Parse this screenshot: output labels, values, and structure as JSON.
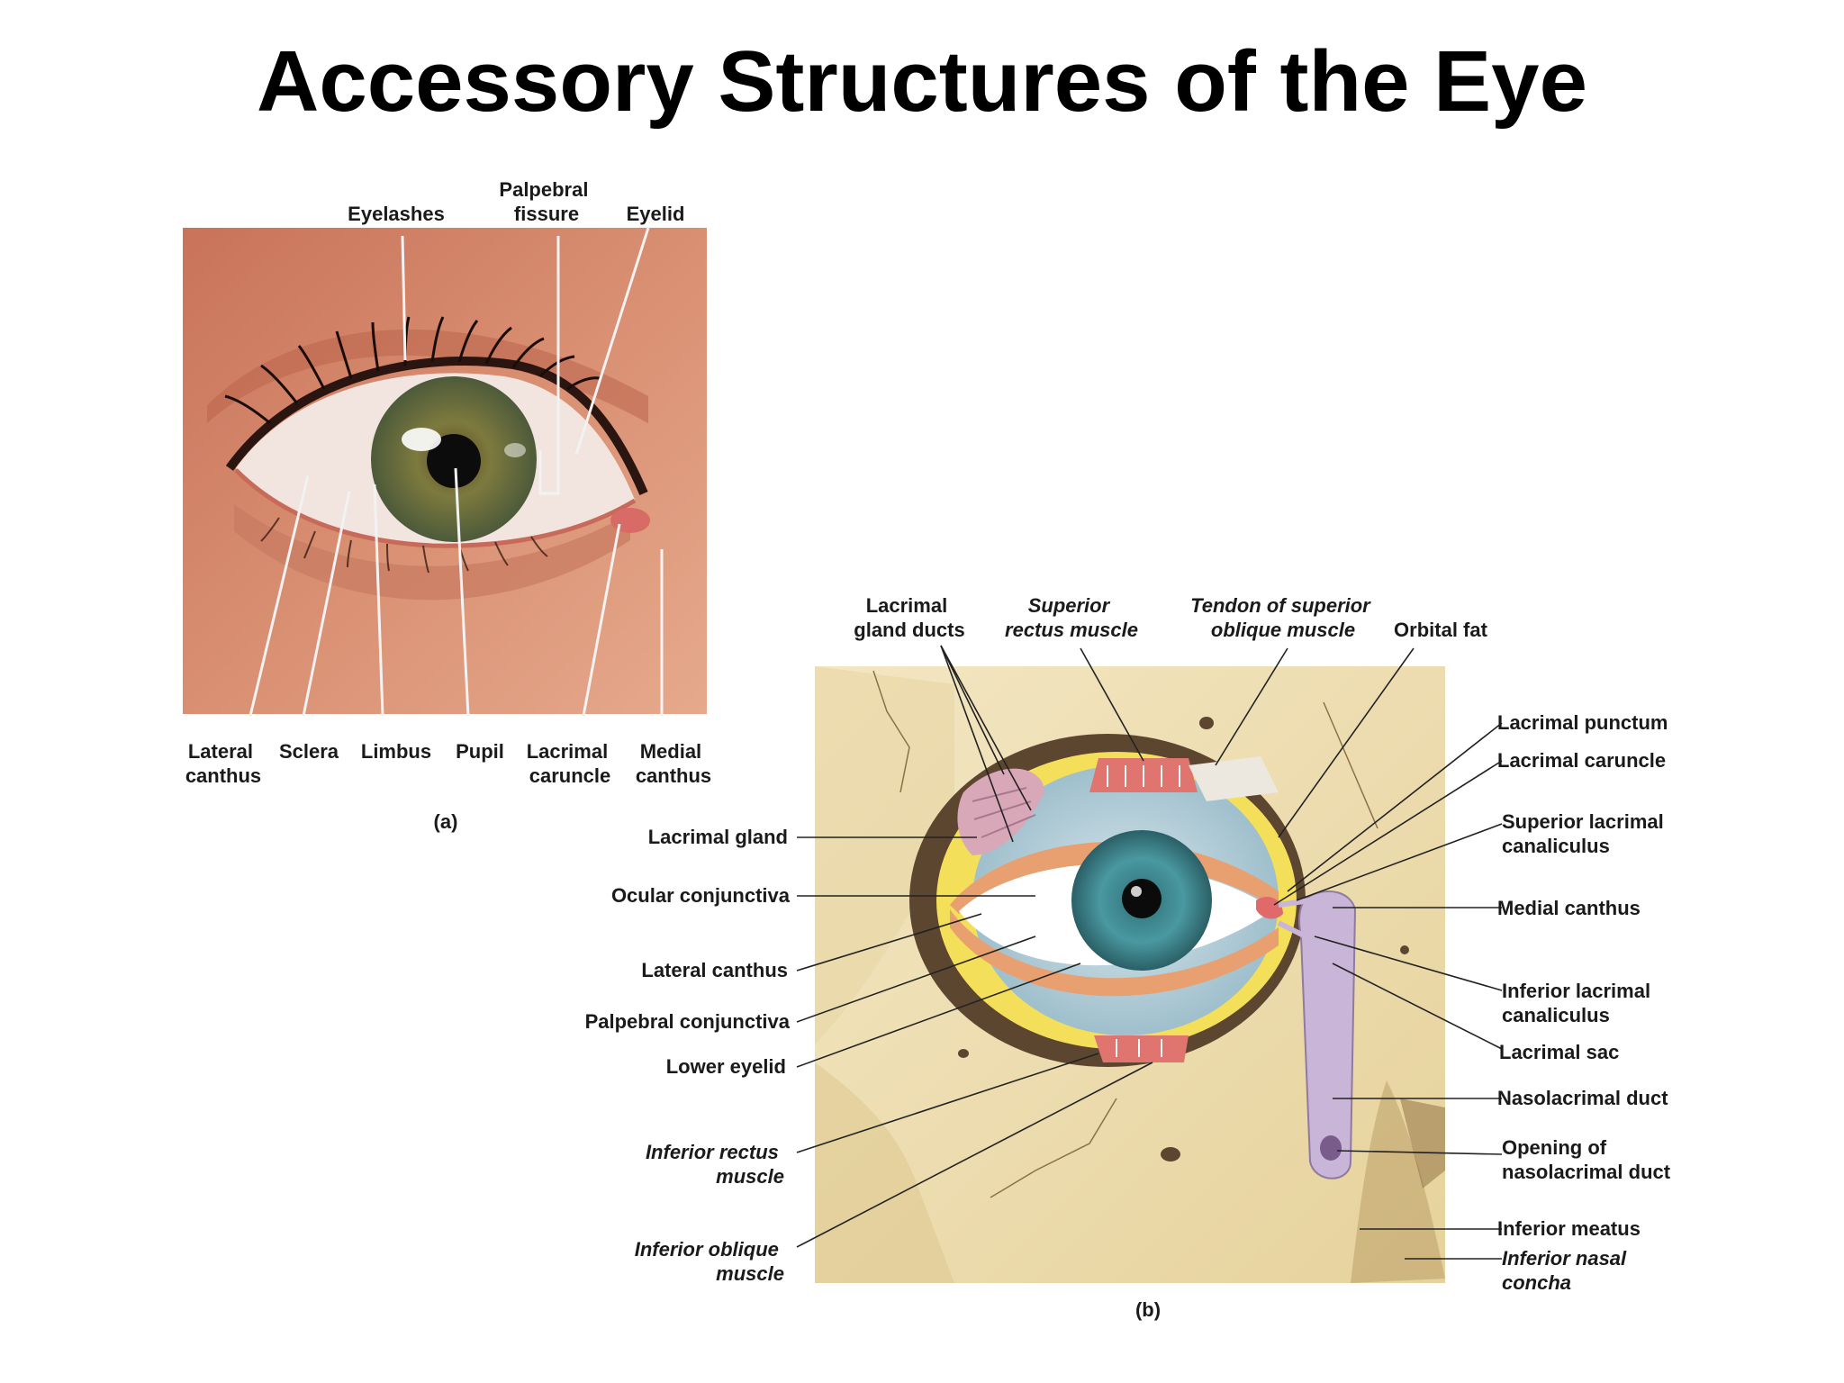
{
  "title": "Accessory Structures of the Eye",
  "panel_a": {
    "tag": "(a)",
    "top_labels": {
      "eyelashes": "Eyelashes",
      "palpebral_fissure": [
        "Palpebral",
        "fissure"
      ],
      "eyelid": "Eyelid"
    },
    "bottom_labels": {
      "lateral_canthus": [
        "Lateral",
        "canthus"
      ],
      "sclera": "Sclera",
      "limbus": "Limbus",
      "pupil": "Pupil",
      "lacrimal_caruncle": [
        "Lacrimal",
        "caruncle"
      ],
      "medial_canthus": [
        "Medial",
        "canthus"
      ]
    }
  },
  "panel_b": {
    "tag": "(b)",
    "top_labels": {
      "lacrimal_gland_ducts": [
        "Lacrimal",
        "gland ducts"
      ],
      "superior_rectus_muscle": [
        "Superior",
        "rectus muscle"
      ],
      "tendon_superior_oblique": [
        "Tendon of superior",
        "oblique muscle"
      ],
      "orbital_fat": "Orbital fat"
    },
    "left_labels": {
      "lacrimal_gland": "Lacrimal gland",
      "ocular_conjunctiva": "Ocular conjunctiva",
      "lateral_canthus": "Lateral canthus",
      "palpebral_conjunctiva": "Palpebral conjunctiva",
      "lower_eyelid": "Lower eyelid",
      "inferior_rectus_muscle": [
        "Inferior rectus",
        "muscle"
      ],
      "inferior_oblique_muscle": [
        "Inferior oblique",
        "muscle"
      ]
    },
    "right_labels": {
      "lacrimal_punctum": "Lacrimal punctum",
      "lacrimal_caruncle": "Lacrimal caruncle",
      "superior_lacrimal_canaliculus": [
        "Superior lacrimal",
        "canaliculus"
      ],
      "medial_canthus": "Medial canthus",
      "inferior_lacrimal_canaliculus": [
        "Inferior lacrimal",
        "canaliculus"
      ],
      "lacrimal_sac": "Lacrimal sac",
      "nasolacrimal_duct": "Nasolacrimal duct",
      "opening_nasolacrimal_duct": [
        "Opening of",
        "nasolacrimal duct"
      ],
      "inferior_meatus": "Inferior meatus",
      "inferior_nasal_concha": [
        "Inferior nasal",
        "concha"
      ]
    }
  },
  "colors": {
    "skin": "#d4876a",
    "iris_a": "#7d7a3e",
    "bone": "#efe0b3",
    "iris_b": "#3f8c95",
    "muscle": "#e0746e",
    "fat": "#f3df5a",
    "duct": "#c9b5d8"
  }
}
